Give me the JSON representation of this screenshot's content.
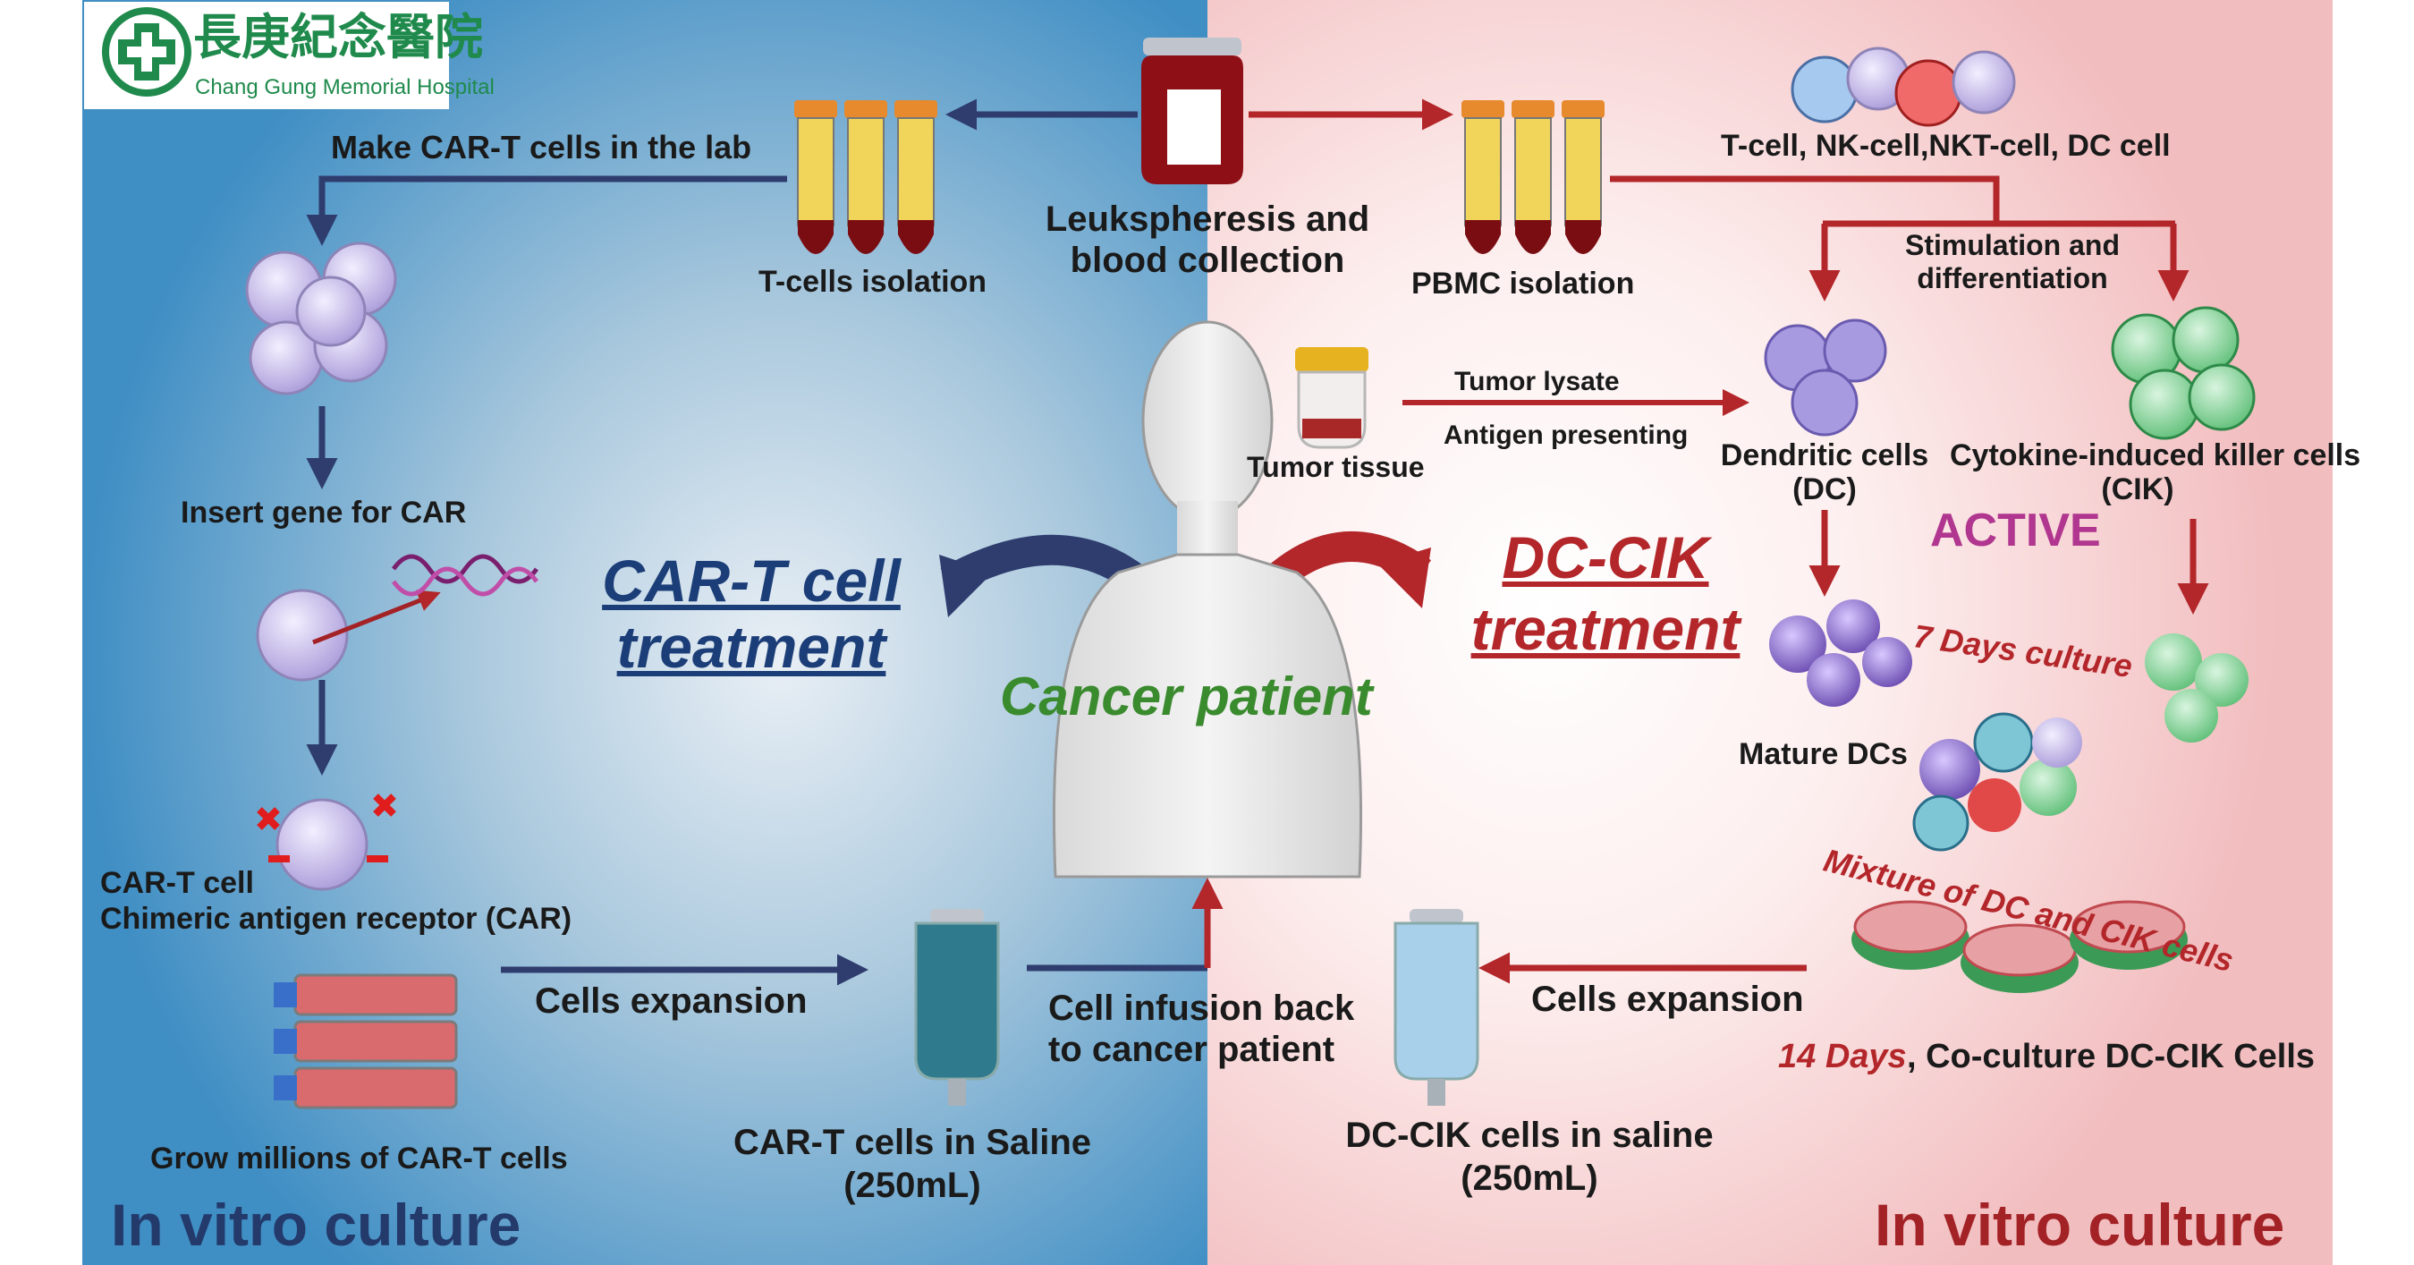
{
  "logo": {
    "name_chinese": "長庚紀念醫院",
    "name_english": "Chang Gung Memorial Hospital"
  },
  "colors": {
    "left_background": "#4f97c6",
    "right_background": "#f3c4c6",
    "left_arrow": "#2e3d6e",
    "right_arrow": "#b3262a",
    "patient_text": "#3a8a2e",
    "active_text": "#b0368f"
  },
  "center": {
    "collection": "Leukspheresis and blood collection",
    "patient": "Cancer patient",
    "infusion": "Cell infusion back to cancer patient"
  },
  "left": {
    "make_label": "Make CAR-T cells in the lab",
    "tcell_isolation": "T-cells isolation",
    "insert_gene": "Insert gene for CAR",
    "cart_cell": "CAR-T cell",
    "car_receptor": "Chimeric antigen receptor (CAR)",
    "expansion": "Cells expansion",
    "grow": "Grow millions of CAR-T cells",
    "saline_bag": "CAR-T cells in Saline",
    "saline_volume": "(250mL)",
    "treatment_title_1": "CAR-T cell",
    "treatment_title_2": "treatment",
    "footer": "In vitro culture"
  },
  "right": {
    "pbmc": "PBMC isolation",
    "cell_types": "T-cell, NK-cell,NKT-cell, DC cell",
    "stimulation": "Stimulation and differentiation",
    "tumor_lysate": "Tumor lysate",
    "antigen": "Antigen presenting",
    "tumor_tissue": "Tumor tissue",
    "dc_cells_1": "Dendritic cells",
    "dc_cells_2": "(DC)",
    "cik_1": "Cytokine-induced killer cells",
    "cik_2": "(CIK)",
    "active": "ACTIVE",
    "seven_days": "7 Days culture",
    "mature_dcs": "Mature DCs",
    "mixture": "Mixture of DC and CIK cells",
    "fourteen_days": "14 Days",
    "coculture": ", Co-culture DC-CIK Cells",
    "expansion": "Cells expansion",
    "saline_bag": "DC-CIK cells in saline",
    "saline_volume": "(250mL)",
    "treatment_title_1": "DC-CIK",
    "treatment_title_2": "treatment",
    "footer": "In vitro culture"
  }
}
